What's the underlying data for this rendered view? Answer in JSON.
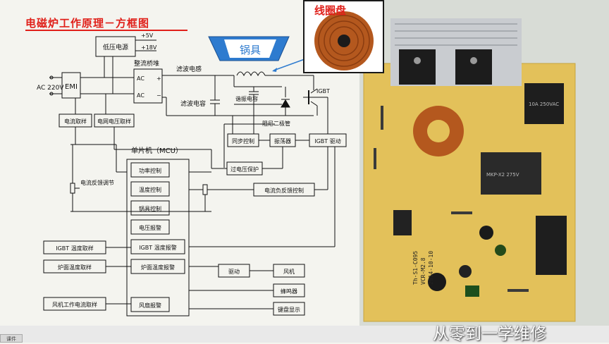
{
  "title": "电磁炉工作原理－方框图",
  "cookware_label": "锅具",
  "coil_label": "线圈盘",
  "watermark": "从零到一学维修",
  "corner_tag": "课件",
  "blocks": {
    "emi": "EMI",
    "ac_input": "AC  220V",
    "low_voltage_power": "低压电源",
    "plus5v": "+5V",
    "plus18v": "+18V",
    "rectifier": "整流桥堆",
    "ac1": "AC",
    "ac2": "AC",
    "filter_inductor": "滤波电感",
    "filter_cap": "滤波电容",
    "resonant_cap": "谐振电容",
    "damper_diode": "阻尼二极管",
    "igbt": "IGBT",
    "current_sampling": "电流取样",
    "grid_voltage_sampling": "电网电压取样",
    "sync_control": "同步控制",
    "oscillator": "振荡器",
    "igbt_drive": "IGBT 驱动",
    "overvoltage_protection": "过电压保护",
    "mcu": "单片机（MCU）",
    "power_control": "功率控制",
    "temp_control": "温度控制",
    "pot_control": "锅具控制",
    "voltage_alarm": "电压报警",
    "igbt_temp_alarm": "IGBT 温度报警",
    "stove_temp_alarm": "炉面温度报警",
    "fan_alarm": "风扇报警",
    "current_feedback": "电流反馈调节",
    "current_neg_feedback": "电流负反馈控制",
    "igbt_temp_sampling": "IGBT 温度取样",
    "stove_temp_sampling": "炉面温度取样",
    "fan_current_sampling": "风机工作电流取样",
    "drive": "驱动",
    "fan": "风机",
    "buzzer": "蜂鸣器",
    "keyboard_display": "键盘显示"
  },
  "pcb": {
    "silkscreen": [
      "Th-S1-C095",
      "VCR-M2.8",
      "2014-10-10"
    ],
    "relay_text": "10A 250VAC",
    "cap_text": "MKP-X2 275V"
  },
  "colors": {
    "title": "#e0201a",
    "cookware_fill": "#2e7bcf",
    "pcb_board": "#e3c15a",
    "coil_copper": "#b4581e",
    "heatsink": "#c9ccd0"
  }
}
